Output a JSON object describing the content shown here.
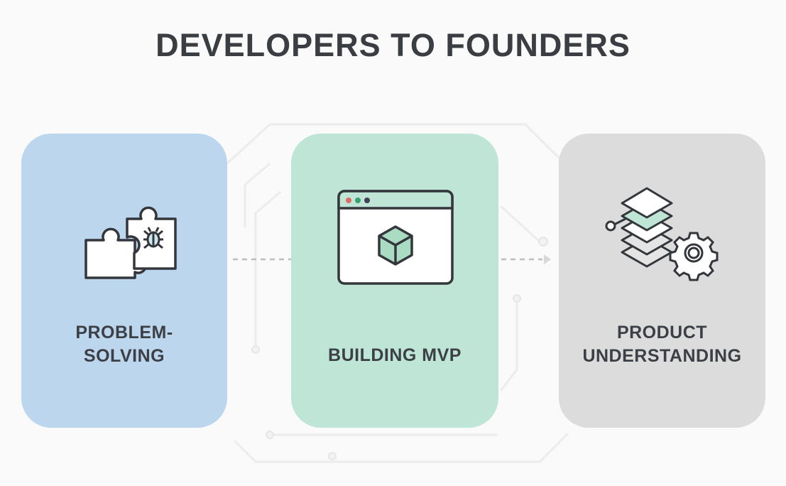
{
  "title": "DEVELOPERS TO FOUNDERS",
  "steps": [
    {
      "line1": "PROBLEM-",
      "line2": "SOLVING",
      "icon": "puzzle-bug-icon",
      "color": "#bcd6ee"
    },
    {
      "line1": "BUILDING MVP",
      "icon": "browser-cube-icon",
      "color": "#bee5d5"
    },
    {
      "line1": "PRODUCT",
      "line2": "UNDERSTANDING",
      "icon": "layers-gear-icon",
      "color": "#dcdcdc"
    }
  ]
}
